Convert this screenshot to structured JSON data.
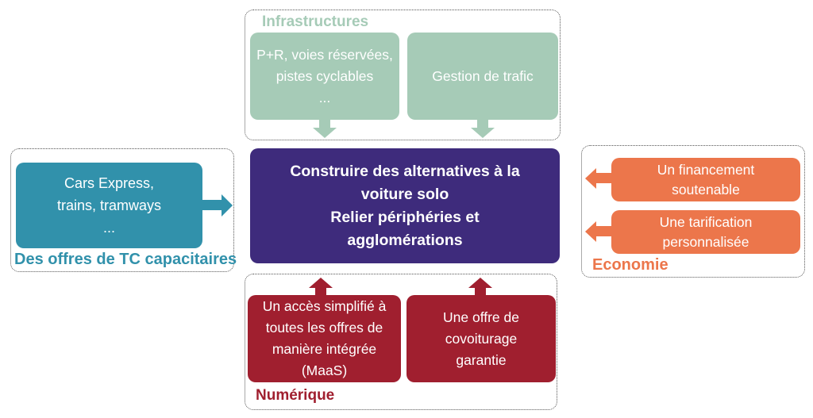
{
  "colors": {
    "green": "#a6cbb7",
    "teal": "#3191ab",
    "purple": "#3e2b7c",
    "orange": "#ec764b",
    "red": "#a01f2f",
    "white_text": "#ffffff",
    "dashed_border": "#555555"
  },
  "center": {
    "text": "Construire des alternatives à la\nvoiture solo\nRelier périphéries et\nagglomérations"
  },
  "top": {
    "label": "Infrastructures",
    "boxes": [
      {
        "text": "P+R, voies réservées,\npistes cyclables\n..."
      },
      {
        "text": "Gestion de trafic"
      }
    ]
  },
  "left": {
    "label": "Des offres de TC capacitaires",
    "boxes": [
      {
        "text": "Cars Express,\ntrains, tramways\n..."
      }
    ]
  },
  "right": {
    "label": "Economie",
    "boxes": [
      {
        "text": "Un financement\nsoutenable"
      },
      {
        "text": "Une tarification\npersonnalisée"
      }
    ]
  },
  "bottom": {
    "label": "Numérique",
    "boxes": [
      {
        "text": "Un accès simplifié à\ntoutes les offres de\nmanière intégrée\n(MaaS)"
      },
      {
        "text": "Une offre de\ncovoiturage\ngarantie"
      }
    ]
  }
}
